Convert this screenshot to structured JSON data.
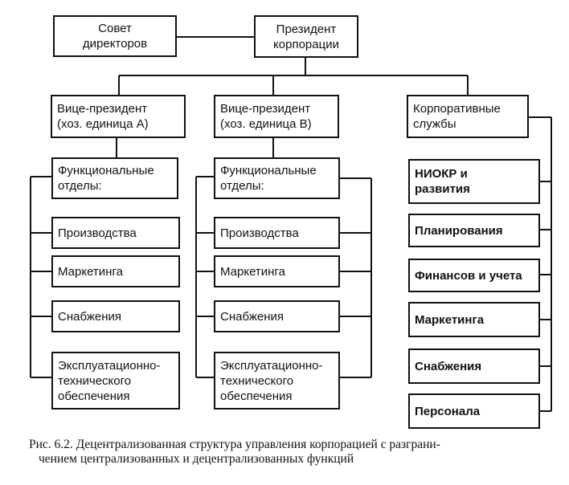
{
  "nodes": {
    "board": "Совет\nдиректоров",
    "president": "Президент\nкорпорации",
    "vp_a": "Вице-президент\n(хоз. единица А)",
    "vp_b": "Вице-президент\n(хоз. единица В)",
    "corp_services": "Корпоративные\nслужбы",
    "a_func": "Функциональные\nотделы:",
    "a_prod": "Производства",
    "a_mkt": "Маркетинга",
    "a_supply": "Снабжения",
    "a_ops": "Эксплуатационно-\nтехнического\nобеспечения",
    "b_func": "Функциональные\nотделы:",
    "b_prod": "Производства",
    "b_mkt": "Маркетинга",
    "b_supply": "Снабжения",
    "b_ops": "Эксплуатационно-\nтехнического\nобеспечения",
    "c_rnd": "НИОКР и\nразвития",
    "c_plan": "Планирования",
    "c_fin": "Финансов и учета",
    "c_mkt": "Маркетинга",
    "c_supply": "Снабжения",
    "c_hr": "Персонала"
  },
  "caption": {
    "line1": "Рис. 6.2. Децентрализованная структура управления корпорацией с разграни-",
    "line2": "чением централизованных и децентрализованных функций"
  }
}
